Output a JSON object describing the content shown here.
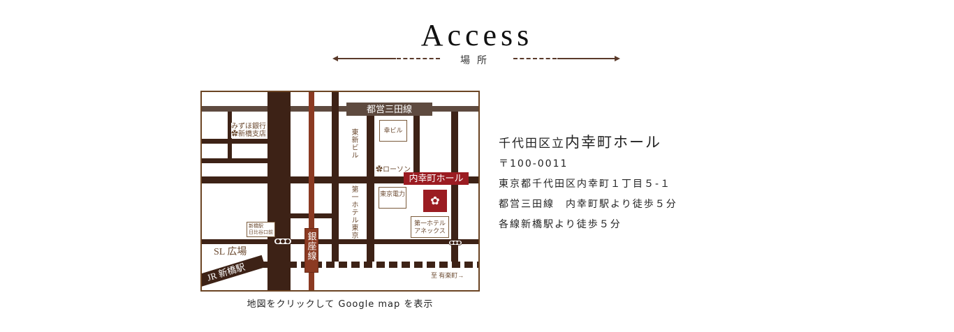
{
  "header": {
    "title": "Access",
    "subtitle": "場所"
  },
  "map": {
    "lines": {
      "mita": "都営三田線",
      "ginza": "銀座線"
    },
    "labels": {
      "mizuho1": "みずほ銀行",
      "mizuho2": "新橋支店",
      "higashi_shinbashi": "東新ビル",
      "lawson": "ローソン",
      "saiwai_bldg": "幸ビル",
      "tepco": "東京電力",
      "daiichi_hotel": "第一ホテル東京",
      "annex1": "第一ホテル",
      "annex2": "アネックス",
      "hall": "内幸町ホール",
      "exit1": "新橋駅",
      "exit2": "日比谷口前",
      "sl": "SL 広場",
      "jr": "JR 新橋駅",
      "yurakucho": "至 有楽町→"
    },
    "caption": "地図をクリックして Google map を表示"
  },
  "info": {
    "name_prefix": "千代田区立",
    "name": "内幸町ホール",
    "postal": "〒100-0011",
    "address": "東京都千代田区内幸町１丁目５-１",
    "access1": "都営三田線　内幸町駅より徒歩５分",
    "access2": "各線新橋駅より徒歩５分"
  },
  "colors": {
    "road": "#3d2216",
    "ginza": "#8b3a22",
    "hall": "#9b1c22",
    "mita": "#5e4a3f"
  }
}
